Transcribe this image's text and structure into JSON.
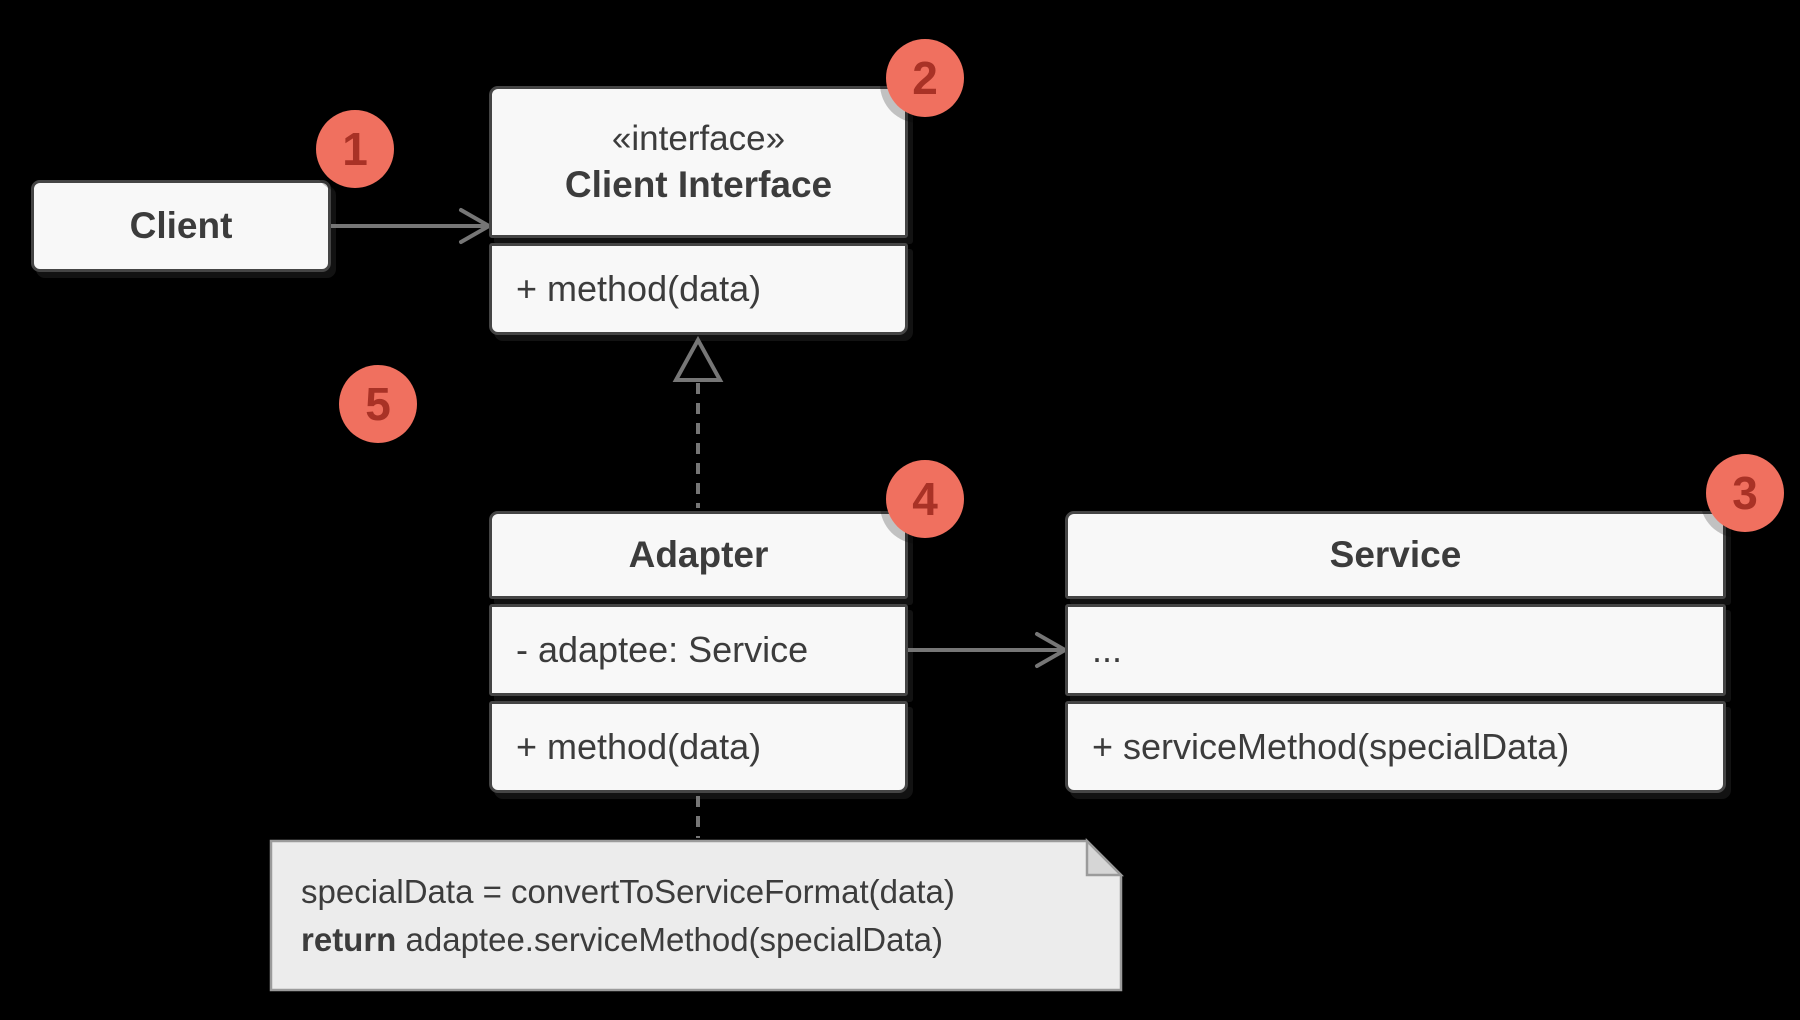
{
  "colors": {
    "background": "#000000",
    "box_fill": "#f8f8f8",
    "box_border": "#454545",
    "box_text": "#3c3c3c",
    "badge_fill": "#f0705f",
    "badge_text": "#a93226",
    "arrow": "#767676",
    "note_fill": "#ececec",
    "note_fold": "#d6d6d6",
    "note_border": "#9b9b9b"
  },
  "classes": {
    "client": {
      "name": "Client"
    },
    "client_interface": {
      "stereotype": "«interface»",
      "name": "Client Interface",
      "methods": [
        "+ method(data)"
      ]
    },
    "adapter": {
      "name": "Adapter",
      "attributes": [
        "- adaptee: Service"
      ],
      "methods": [
        "+ method(data)"
      ]
    },
    "service": {
      "name": "Service",
      "attributes": [
        "..."
      ],
      "methods": [
        "+ serviceMethod(specialData)"
      ]
    }
  },
  "badges": [
    {
      "label": "1"
    },
    {
      "label": "2"
    },
    {
      "label": "3"
    },
    {
      "label": "4"
    },
    {
      "label": "5"
    }
  ],
  "note": {
    "line1": "specialData = convertToServiceFormat(data)",
    "line2_keyword": "return",
    "line2_rest": " adaptee.serviceMethod(specialData)"
  }
}
